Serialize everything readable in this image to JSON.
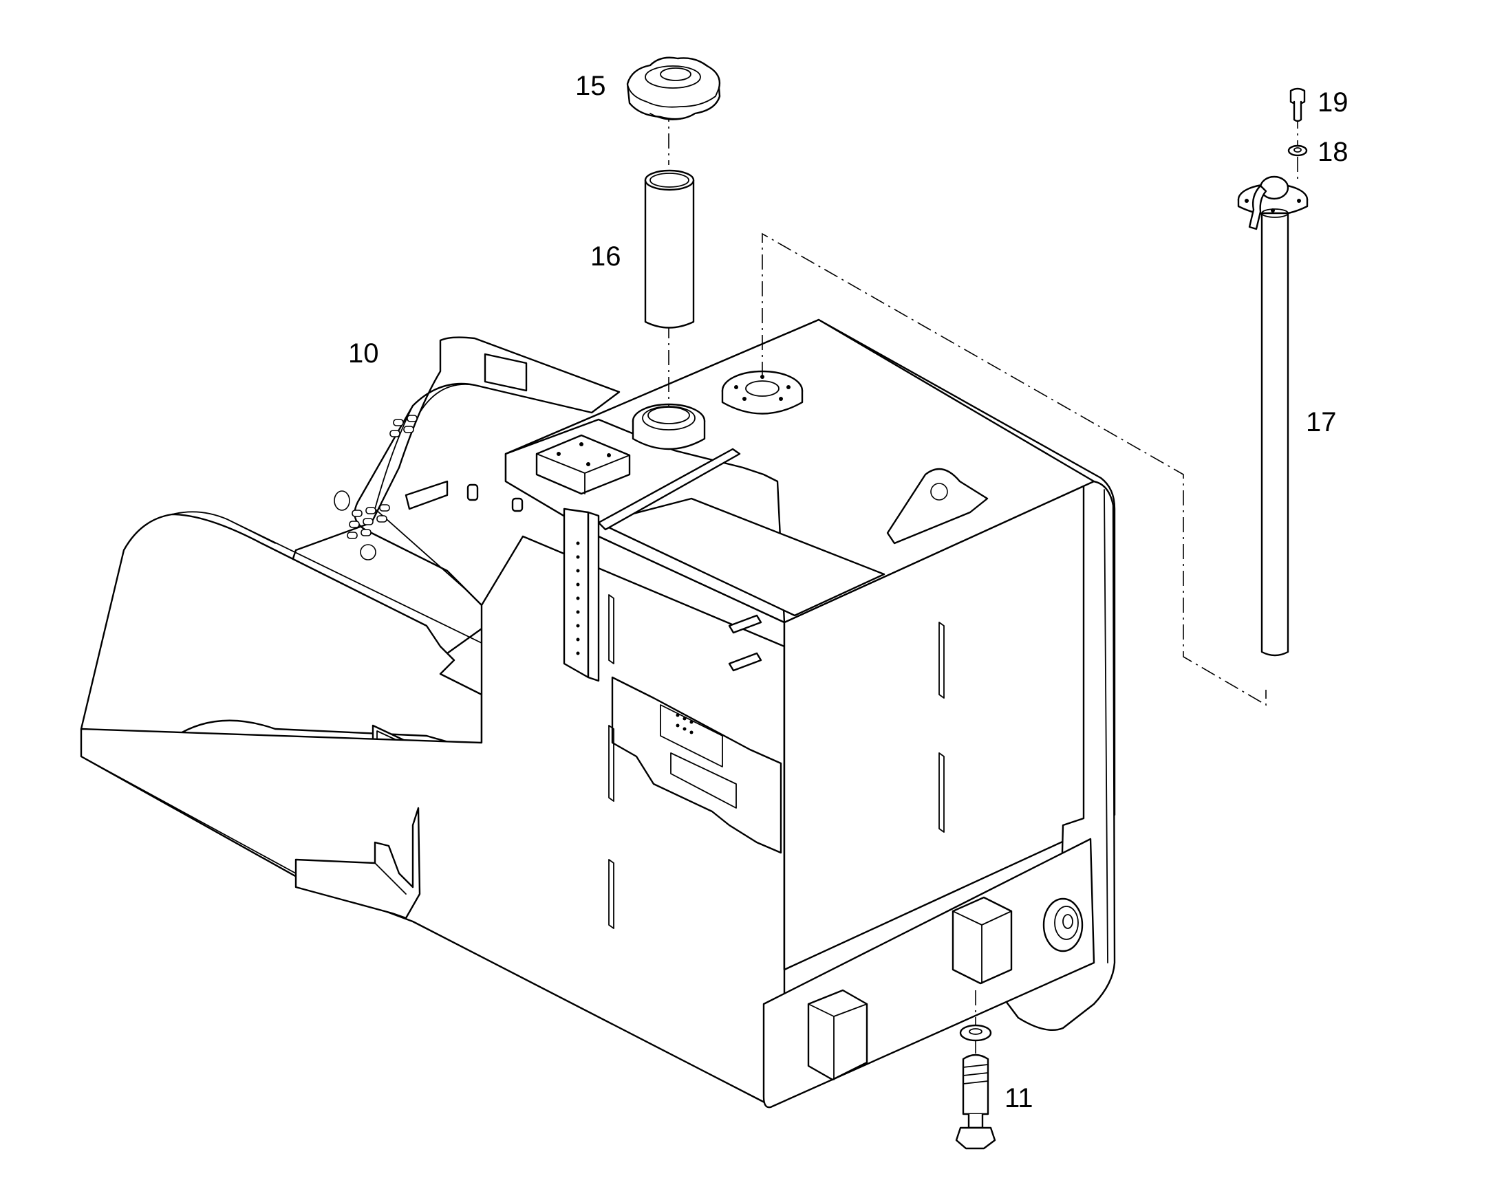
{
  "callouts": [
    {
      "id": "10",
      "text": "10",
      "part": "fuel-tank"
    },
    {
      "id": "11",
      "text": "11",
      "part": "mounting-bolt"
    },
    {
      "id": "15",
      "text": "15",
      "part": "filler-cap"
    },
    {
      "id": "16",
      "text": "16",
      "part": "filler-strainer-tube"
    },
    {
      "id": "17",
      "text": "17",
      "part": "fuel-level-sender"
    },
    {
      "id": "18",
      "text": "18",
      "part": "washer"
    },
    {
      "id": "19",
      "text": "19",
      "part": "screw"
    }
  ],
  "colors": {
    "line": "#000000",
    "background": "#ffffff"
  }
}
